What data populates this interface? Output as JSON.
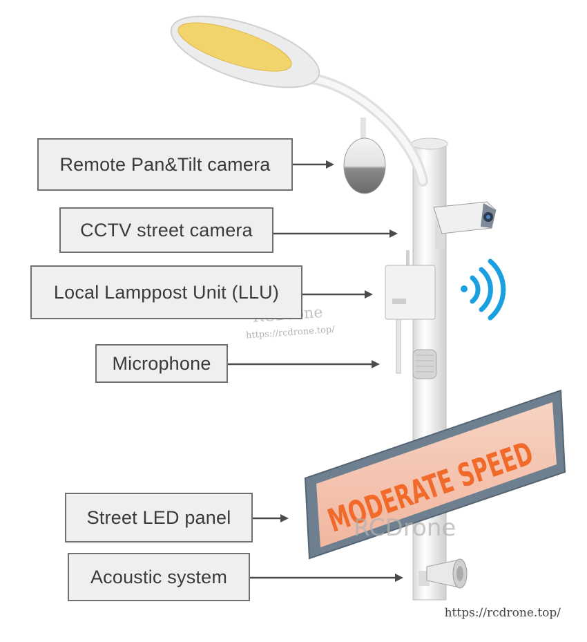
{
  "labels": {
    "ptz_camera": "Remote Pan&Tilt camera",
    "cctv_camera": "CCTV street camera",
    "llu": "Local Lamppost Unit (LLU)",
    "microphone": "Microphone",
    "led_panel": "Street LED panel",
    "acoustic": "Acoustic system"
  },
  "led_panel_text": "MODERATE SPEED",
  "watermark": {
    "brand": "RCDrone",
    "url": "https://rcdrone.top/"
  },
  "footer_url": "https://rcdrone.top/",
  "colors": {
    "label_bg": "#efefef",
    "label_border": "#6f6f6f",
    "led_text": "#f26a2a",
    "led_bg": "#f6c9b6",
    "wifi": "#1a9fe0",
    "lamp": "#f3d36b"
  },
  "icons": {
    "wifi": "wifi-signal-icon"
  }
}
